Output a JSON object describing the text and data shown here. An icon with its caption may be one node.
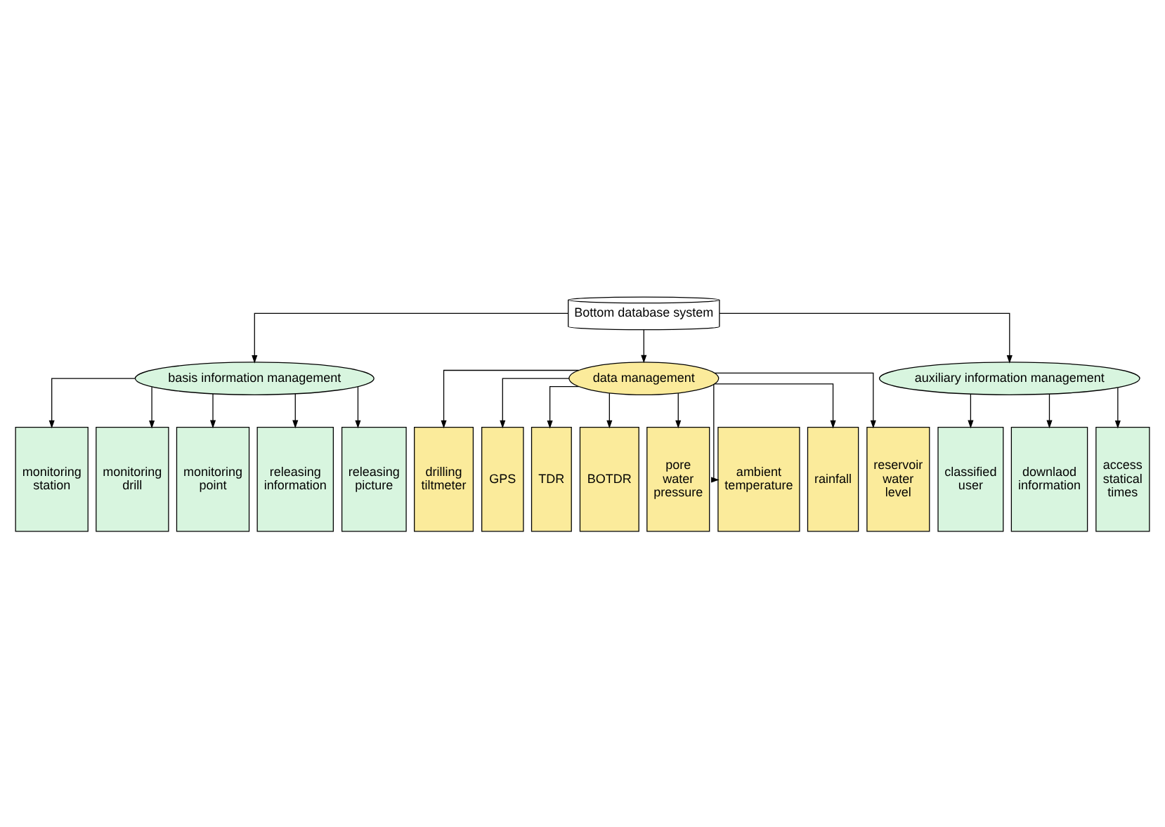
{
  "diagram": {
    "nodes": [
      {
        "text": [
          "Bottom database system"
        ]
      },
      {
        "text": [
          "basis information management"
        ]
      },
      {
        "text": [
          "data management"
        ]
      },
      {
        "text": [
          "auxiliary information management"
        ]
      },
      {
        "text": [
          "monitoring station"
        ]
      },
      {
        "text": [
          "monitoring drill"
        ]
      },
      {
        "text": [
          "monitoring point"
        ]
      },
      {
        "text": [
          "releasing information"
        ]
      },
      {
        "text": [
          "releasing picture"
        ]
      },
      {
        "text": [
          "drilling tiltmeter"
        ]
      },
      {
        "text": [
          "GPS"
        ]
      },
      {
        "text": [
          "TDR"
        ]
      },
      {
        "text": [
          "BOTDR"
        ]
      },
      {
        "text": [
          "pore water pressure"
        ]
      },
      {
        "text": [
          "ambient temperature"
        ]
      },
      {
        "text": [
          "rainfall"
        ]
      },
      {
        "text": [
          "reservoir water level"
        ]
      },
      {
        "text": [
          "classified user"
        ]
      },
      {
        "text": [
          "downlaod information"
        ]
      },
      {
        "text": [
          "access statical times"
        ]
      }
    ],
    "edges": [
      {
        "from": 0,
        "to": 1,
        "arrow": "to"
      },
      {
        "from": 0,
        "to": 2,
        "arrow": "to"
      },
      {
        "from": 0,
        "to": 3,
        "arrow": "to"
      },
      {
        "from": 1,
        "to": 4,
        "arrow": "to"
      },
      {
        "from": 1,
        "to": 5,
        "arrow": "to"
      },
      {
        "from": 1,
        "to": 6,
        "arrow": "to"
      },
      {
        "from": 1,
        "to": 7,
        "arrow": "to"
      },
      {
        "from": 1,
        "to": 8,
        "arrow": "to"
      },
      {
        "from": 2,
        "to": 9,
        "arrow": "to"
      },
      {
        "from": 2,
        "to": 10,
        "arrow": "to"
      },
      {
        "from": 2,
        "to": 11,
        "arrow": "to"
      },
      {
        "from": 2,
        "to": 12,
        "arrow": "to"
      },
      {
        "from": 2,
        "to": 13,
        "arrow": "to"
      },
      {
        "from": 2,
        "to": 14,
        "arrow": "to"
      },
      {
        "from": 2,
        "to": 15,
        "arrow": "to"
      },
      {
        "from": 2,
        "to": 16,
        "arrow": "to"
      },
      {
        "from": 3,
        "to": 17,
        "arrow": "to"
      },
      {
        "from": 3,
        "to": 18,
        "arrow": "to"
      },
      {
        "from": 3,
        "to": 19,
        "arrow": "to"
      }
    ]
  }
}
